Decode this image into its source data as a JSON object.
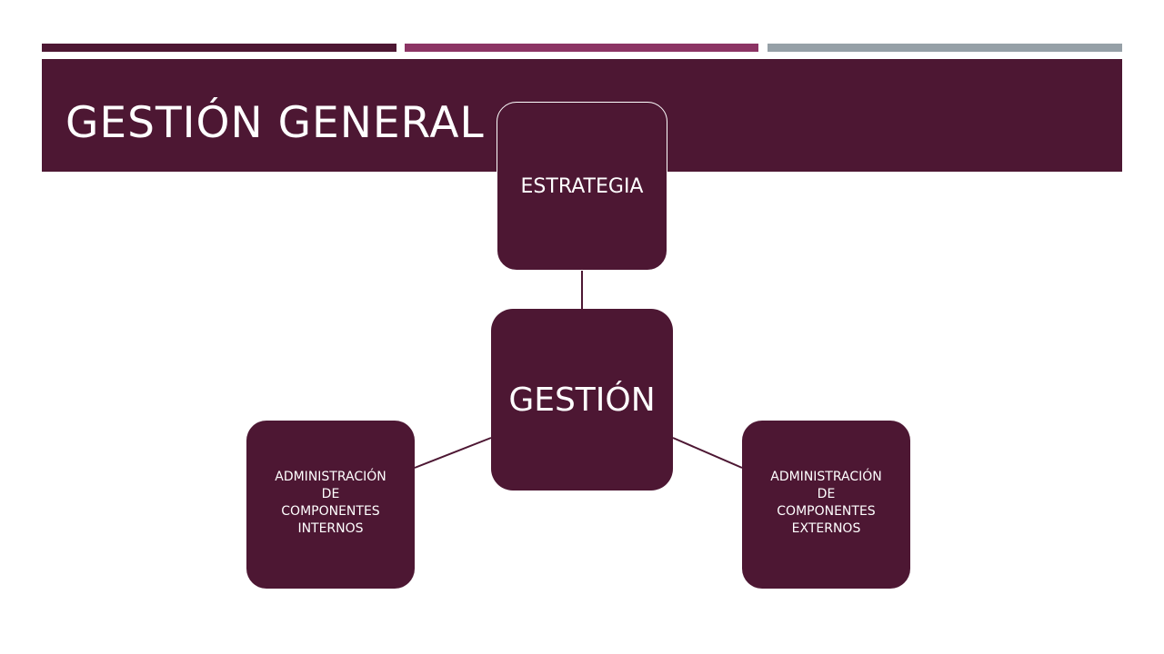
{
  "colors": {
    "primary": "#4d1733",
    "accent_magenta": "#8c3464",
    "accent_gray": "#96a0a7",
    "connector": "#4d1733",
    "text_on_primary": "#ffffff"
  },
  "accent_bars": [
    "primary",
    "accent_magenta",
    "accent_gray"
  ],
  "slide": {
    "title": "GESTIÓN GENERAL"
  },
  "diagram": {
    "center": {
      "label": "GESTIÓN"
    },
    "top": {
      "label": "ESTRATEGIA"
    },
    "bottom_left": {
      "label": "ADMINISTRACIÓN\nDE\nCOMPONENTES\nINTERNOS"
    },
    "bottom_right": {
      "label": "ADMINISTRACIÓN\nDE\nCOMPONENTES\nEXTERNOS"
    },
    "connections": [
      [
        "center",
        "top"
      ],
      [
        "center",
        "bottom_left"
      ],
      [
        "center",
        "bottom_right"
      ]
    ]
  }
}
